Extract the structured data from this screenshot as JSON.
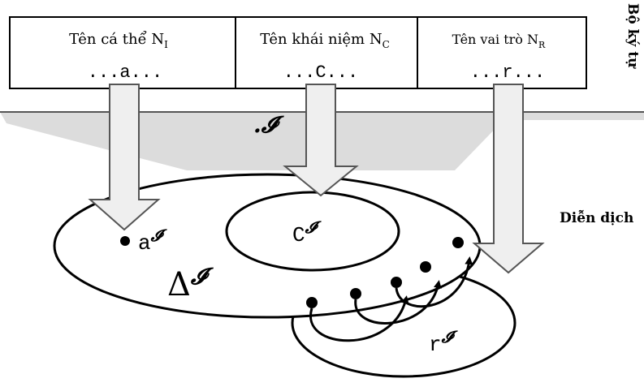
{
  "signature": {
    "label": "Bộ ký tự",
    "boxes": [
      {
        "title": "Tên cá thể N",
        "subscript": "I",
        "symbol": "...a..."
      },
      {
        "title": "Tên khái niệm N",
        "subscript": "C",
        "symbol": "...C..."
      },
      {
        "title": "Tên vai trò N",
        "subscript": "R",
        "symbol": "...r..."
      }
    ]
  },
  "interpretation": {
    "label": "Diễn dịch",
    "function_symbol": ".𝓘",
    "domain_prefix": "Δ",
    "individual_prefix": "a",
    "concept_prefix": "C",
    "role_prefix": "r",
    "superscript": "𝓘"
  }
}
